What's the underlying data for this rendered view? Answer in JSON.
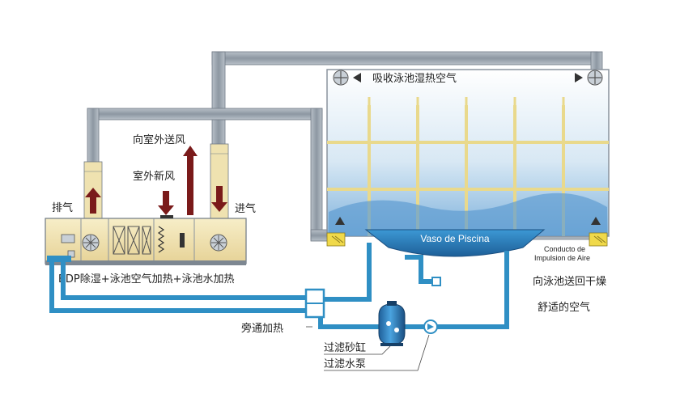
{
  "labels": {
    "absorb_air": "吸收泳池湿热空气",
    "exhaust_outdoor": "向室外送风",
    "fresh_air": "室外新风",
    "exhaust": "排气",
    "intake": "进气",
    "unit": "BDP除湿+泳池空气加热+泳池水加热",
    "bypass": "旁通加热",
    "sand_filter": "过滤砂缸",
    "filter_pump": "过滤水泵",
    "return_air_1": "向泳池送回干燥",
    "return_air_2": "舒适的空气",
    "pool": "Vaso de Piscina",
    "duct_1": "Conducto de",
    "duct_2": "Impulsion de Aire"
  },
  "colors": {
    "duct": "#9aa3ad",
    "duct_dark": "#6f7984",
    "water_pipe": "#2f8fc4",
    "pool_water": "#2a7fc0",
    "unit_body": "#f3e6b8",
    "unit_border": "#6f7984",
    "arrow": "#7a1a1a",
    "sky": "#cfe3f2",
    "window_frame": "#f0e2a0"
  },
  "icons": [
    "fan-icon",
    "filter-tank-icon",
    "pump-icon",
    "valve-icon",
    "up-arrow-icon",
    "down-arrow-icon"
  ]
}
